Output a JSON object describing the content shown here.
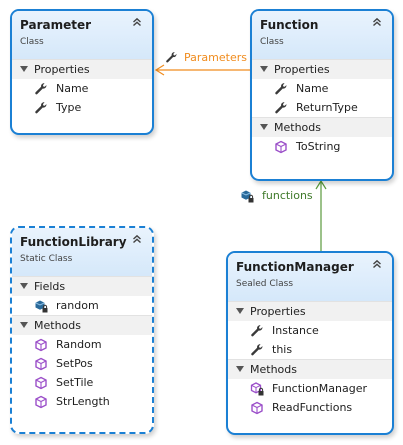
{
  "classes": {
    "parameter": {
      "name": "Parameter",
      "kind": "Class",
      "sections": [
        {
          "title": "Properties",
          "items": [
            "Name",
            "Type"
          ]
        }
      ]
    },
    "function": {
      "name": "Function",
      "kind": "Class",
      "sections": [
        {
          "title": "Properties",
          "items": [
            "Name",
            "ReturnType"
          ]
        },
        {
          "title": "Methods",
          "items": [
            "ToString"
          ]
        }
      ]
    },
    "function_library": {
      "name": "FunctionLibrary",
      "kind": "Static Class",
      "sections": [
        {
          "title": "Fields",
          "items": [
            "random"
          ]
        },
        {
          "title": "Methods",
          "items": [
            "Random",
            "SetPos",
            "SetTile",
            "StrLength"
          ]
        }
      ]
    },
    "function_manager": {
      "name": "FunctionManager",
      "kind": "Sealed Class",
      "sections": [
        {
          "title": "Properties",
          "items": [
            "Instance",
            "this"
          ]
        },
        {
          "title": "Methods",
          "items": [
            "FunctionManager",
            "ReadFunctions"
          ]
        }
      ]
    }
  },
  "associations": {
    "parameters_label": "Parameters",
    "functions_label": "functions"
  },
  "colors": {
    "border": "#1b80d4",
    "parameters_arrow": "#f08c1e",
    "functions_arrow": "#5a9a3c",
    "method_icon": "#9b4fc9",
    "field_icon": "#2a6a9a"
  },
  "icons": {
    "property": "wrench-icon",
    "method": "cube-icon",
    "field": "field-icon",
    "private_method": "cube-lock-icon",
    "collapse": "chevron-up-icon"
  }
}
